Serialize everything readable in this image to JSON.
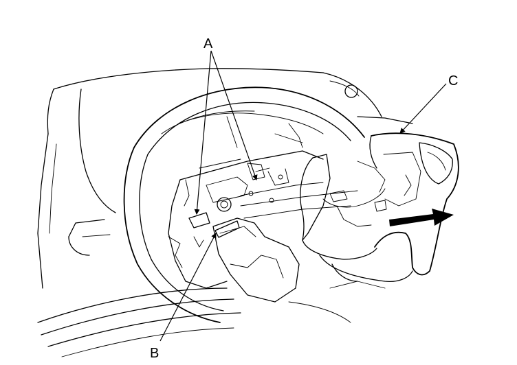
{
  "callouts": {
    "a": "A",
    "b": "B",
    "c": "C"
  },
  "colors": {
    "line": "#000000",
    "background": "#ffffff",
    "arrow": "#000000"
  }
}
